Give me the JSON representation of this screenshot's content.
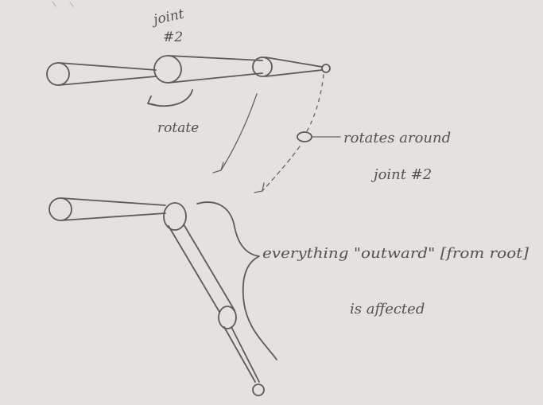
{
  "labels": {
    "joint_line1": "joint",
    "joint_line2": "#2",
    "rotate": "rotate",
    "rotates_line1": "rotates around",
    "rotates_line2": "joint #2",
    "affected_line1": "everything \"outward\" [from root]",
    "affected_line2": "is affected"
  },
  "colors": {
    "paper": "#e4e2df",
    "ink": "#5e5a57"
  }
}
